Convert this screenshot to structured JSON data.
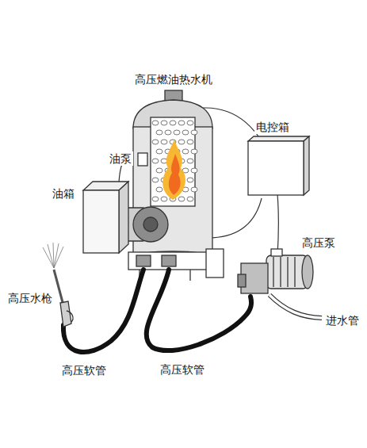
{
  "diagram": {
    "labels": [
      "高压燃油热水机",
      "电控箱",
      "油泵",
      "油箱",
      "高压泵",
      "高压水枪",
      "进水管",
      "高压软管",
      "高压软管"
    ]
  }
}
